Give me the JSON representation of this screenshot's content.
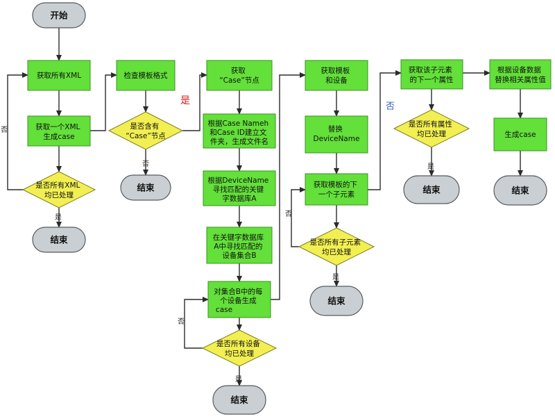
{
  "nodes": {
    "start": "开始",
    "get_all_xml": [
      "获取所有XML"
    ],
    "get_one_xml": [
      "获取一个XML",
      "生成case"
    ],
    "all_xml_done": [
      "是否所有XML",
      "均已处理"
    ],
    "end_1": "结束",
    "check_template": [
      "检查模板格式"
    ],
    "has_case_node": [
      "是否含有",
      "“Case”节点"
    ],
    "end_2": "结束",
    "get_case_node": [
      "获取",
      "“Case”节点"
    ],
    "create_folder": [
      "根据Case Nameh",
      "和Case ID建立文",
      "件夹，生成文件名"
    ],
    "find_keyword_db": [
      "根据DeviceName",
      "寻找匹配的关键",
      "字数据库A"
    ],
    "find_device_set": [
      "在关键字数据库",
      "A中寻找匹配的",
      "设备集合B"
    ],
    "gen_case_per_device": [
      "对集合B中的每",
      "个设备生成",
      "case"
    ],
    "all_devices_done": [
      "是否所有设备",
      "均已处理"
    ],
    "end_3": "结束",
    "get_template_device": [
      "获取模板",
      "和设备"
    ],
    "replace_devicename": [
      "替换",
      "DeviceName"
    ],
    "get_next_child": [
      "获取模板的下",
      "一个子元素"
    ],
    "all_children_done": [
      "是否所有子元素",
      "均已处理"
    ],
    "end_4": "结束",
    "get_next_attr": [
      "获取该子元素",
      "的下一个属性"
    ],
    "all_attrs_done": [
      "是否所有属性",
      "均已处理"
    ],
    "end_5": "结束",
    "replace_attr_value": [
      "根据设备数据",
      "替换相关属性值"
    ],
    "gen_case": [
      "生成case"
    ],
    "end_6": "结束"
  },
  "edge_labels": {
    "yes": "是",
    "no": "否"
  },
  "colors": {
    "process": "#63e03a",
    "decision": "#f2ef52",
    "terminal": "#c9cfd3",
    "label_yes_red": "#d91a1a",
    "label_no_blue": "#3a62c4"
  }
}
